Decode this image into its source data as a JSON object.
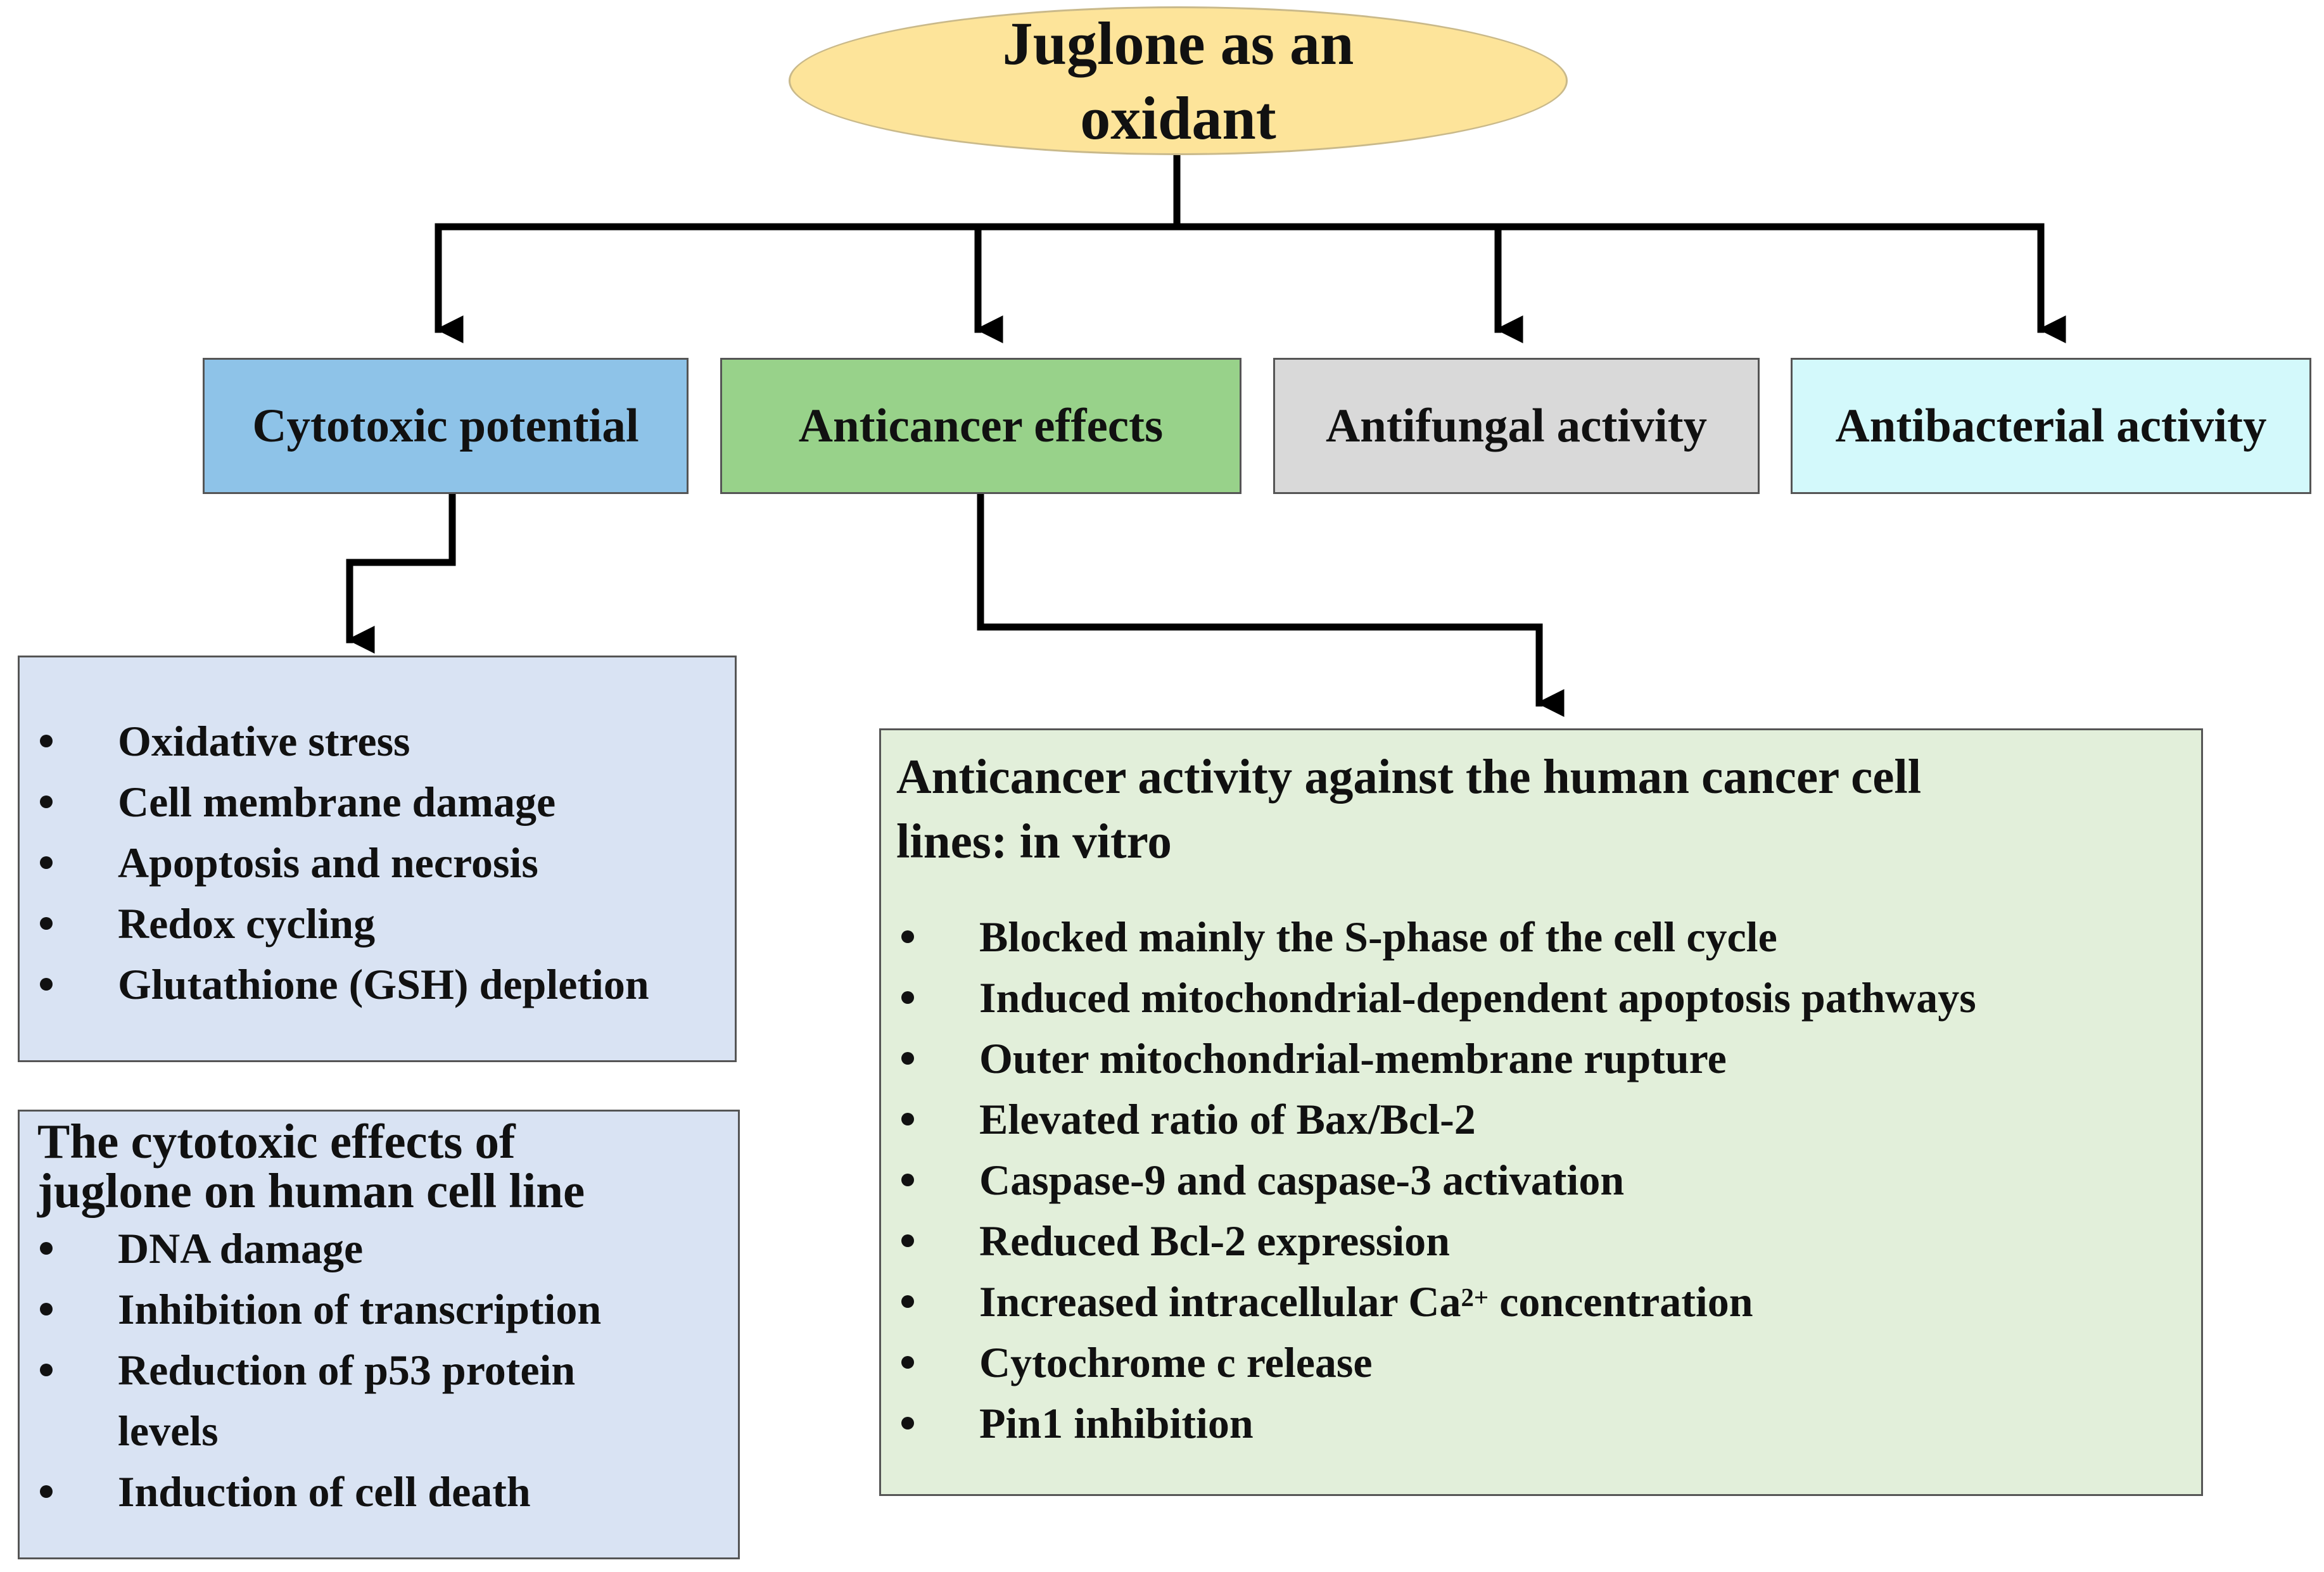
{
  "root": {
    "line1": "Juglone as an",
    "line2": "oxidant"
  },
  "categories": [
    {
      "label": "Cytotoxic potential",
      "color": "#8ec3e8"
    },
    {
      "label": "Anticancer effects",
      "color": "#98d28a"
    },
    {
      "label": "Antifungal activity",
      "color": "#d9d9d9"
    },
    {
      "label": "Antibacterial activity",
      "color": "#d3f9fb"
    }
  ],
  "cytotoxic_box": {
    "color": "#d9e3f3",
    "items": [
      "Oxidative stress",
      "Cell membrane damage",
      "Apoptosis and necrosis",
      "Redox cycling",
      "Glutathione (GSH) depletion"
    ]
  },
  "human_cell_box": {
    "color": "#d9e3f3",
    "title_line1": "The cytotoxic effects of",
    "title_line2": "juglone on human cell line",
    "items": [
      {
        "text": "DNA damage"
      },
      {
        "text": "Inhibition of transcription"
      },
      {
        "text": "Reduction of p53 protein",
        "text2": "levels"
      },
      {
        "text": "Induction of cell death"
      }
    ]
  },
  "anticancer_box": {
    "color": "#e2efda",
    "title_line1": "Anticancer activity against the human cancer cell",
    "title_line2": "lines: in vitro",
    "items": [
      {
        "text": "Blocked mainly the S-phase of the cell cycle"
      },
      {
        "text": "Induced mitochondrial-dependent apoptosis pathways"
      },
      {
        "text": "Outer mitochondrial-membrane rupture"
      },
      {
        "text": "Elevated ratio of Bax/Bcl-2"
      },
      {
        "text": "Caspase-9 and caspase-3 activation"
      },
      {
        "text": "Reduced Bcl-2 expression"
      },
      {
        "text": "Increased intracellular Ca",
        "sup": "2+",
        "after": " concentration"
      },
      {
        "text": "Cytochrome c release"
      },
      {
        "text": "Pin1 inhibition"
      }
    ]
  }
}
